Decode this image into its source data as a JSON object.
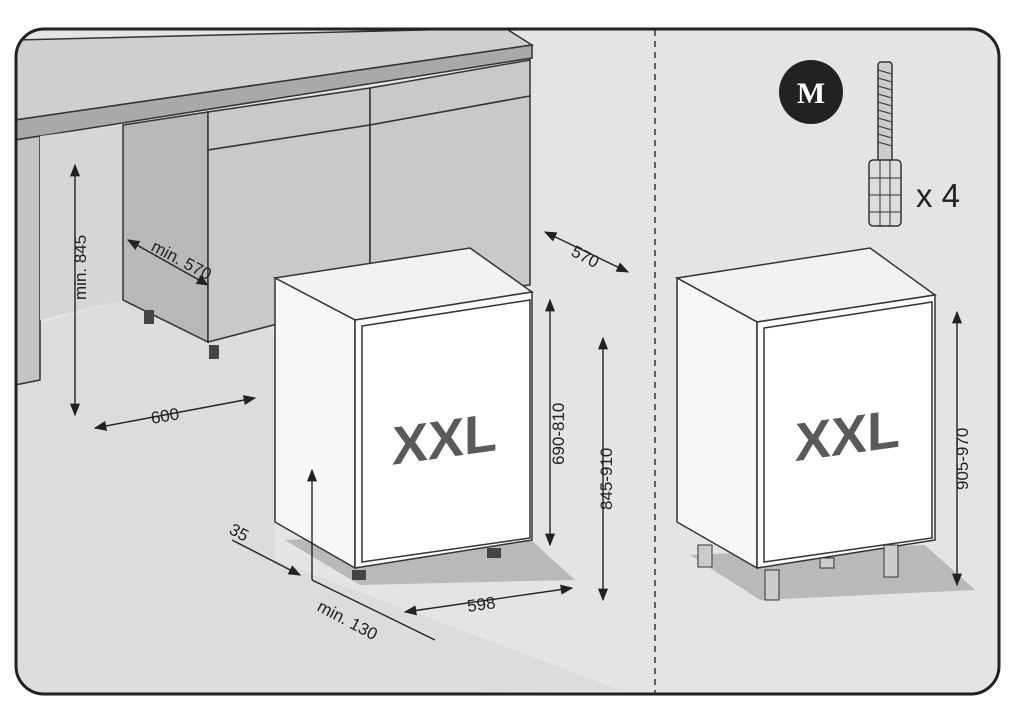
{
  "left_panel": {
    "dimensions": {
      "cabinet_height": "min. 845",
      "niche_depth": "min. 570",
      "niche_width": "600",
      "appliance_depth": "570",
      "door_height": "690-810",
      "appliance_height": "845-910",
      "plinth_depth": "35",
      "plinth_height": "min. 130",
      "appliance_width": "598"
    },
    "appliance_label": "XXL"
  },
  "right_panel": {
    "part_badge": "M",
    "part_quantity": "x 4",
    "appliance_label": "XXL",
    "appliance_height": "905-970"
  }
}
